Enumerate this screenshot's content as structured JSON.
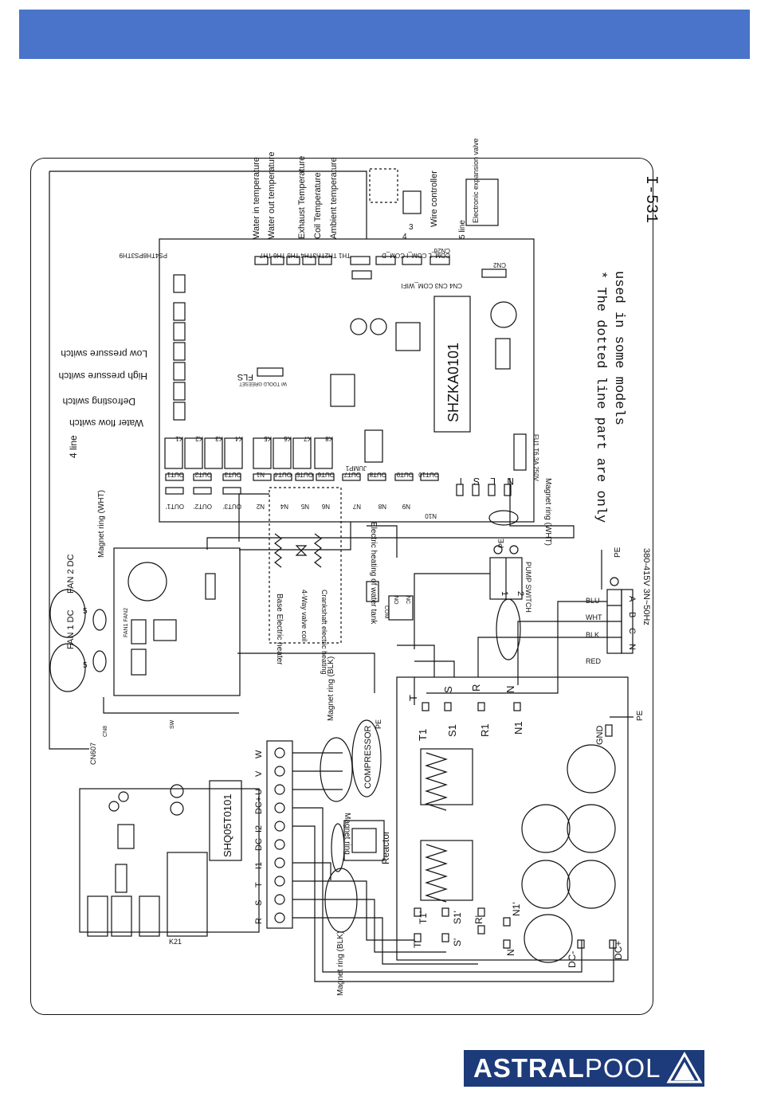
{
  "header": {
    "color": "#4a74c9"
  },
  "diagram": {
    "model_code": "I-531",
    "note_line1": "* The dotted line part are only",
    "note_line2": "used in some models",
    "main_board": "SHZKA0101",
    "driver_board": "SHQ05T0101",
    "sensors": [
      "Water in temperature",
      "Water out temperature",
      "Exhaust Temperature",
      "Coil Temperature",
      "Ambient temperature"
    ],
    "sensor_ports": "PS4TH8PS3TH9",
    "sensor_ports2": "TH1 TH2TH3TH4 TH5 TH6 TH7",
    "com_ports": "COM_L COM_I COM_D",
    "cn_ports": "CN4 CN3 COM_WIFI",
    "cn2": "CN2",
    "cn26": "CN26",
    "wire_controller": "Wire controller",
    "wire_controller_lines": "3",
    "wire_controller_lines2": "4",
    "eev": "Electronic expansion valve",
    "eev_lines": "5 line",
    "switches": [
      "Low pressure switch",
      "High pressure switch",
      "Defrosting switch",
      "Water flow switch"
    ],
    "line4_top": "4 line",
    "fls": "FLS",
    "fls_note": "W/ TOOLD GREESET",
    "jump": "JUMP1",
    "relays": [
      "K1",
      "K2",
      "K3",
      "K4",
      "K5",
      "K6",
      "K7",
      "K8"
    ],
    "outs_top": [
      "OUT1",
      "OUT2",
      "OUT3",
      "N1",
      "OUT4",
      "OUT5",
      "OUT6",
      "OUT7",
      "OUT8",
      "OUT9",
      "OUT10"
    ],
    "outs_bottom": [
      "OUT1'",
      "OUT2'",
      "OUT3'",
      "N2",
      "N4",
      "N5",
      "N6",
      "N7",
      "N8",
      "N9",
      "N10"
    ],
    "power_terms": [
      "T",
      "S",
      "L",
      "N"
    ],
    "fuse": "FU1 T6.3A 250V",
    "magnet_ring_wht": "Magnet ring (WHT)",
    "base_heater": "Base Electric heater",
    "four_way_valve": "4-Way valve coil",
    "crankshaft_heater": "Crankshaft electric heating",
    "water_tank_heater": "Electric heating of water tank",
    "pump_switch": "PUMP SWITCH",
    "pump_terms": [
      "1",
      "2"
    ],
    "relay_terms": [
      "COM",
      "NO",
      "NC"
    ],
    "pe": "PE",
    "supply": "380-415V 3N~50Hz",
    "supply_terms": [
      "A",
      "B",
      "C",
      "N"
    ],
    "wire_colors": [
      "BLU",
      "WHT",
      "BLK",
      "RED"
    ],
    "fan1": "FAN 1 DC",
    "fan2": "FAN 2 DC",
    "fan_wires": "5",
    "fan_board_label": "FAN1 FAN2",
    "magnet_ring_fan": "Magnet ring (WHT)",
    "cn_left": "CN607",
    "cn_left2": "CN8",
    "sw_label": "SW",
    "filter_terms_top": [
      "T",
      "S",
      "R",
      "N"
    ],
    "filter_terms_bottom": [
      "T1",
      "S1",
      "R1",
      "N1"
    ],
    "filter_terms_prime_top": [
      "T'",
      "S'",
      "R'",
      "N'"
    ],
    "filter_terms_prime_bottom": [
      "T1'",
      "S1'",
      "N1'"
    ],
    "gnd": "GND",
    "magnet_ring_blk": "Magnet ring (BLK)",
    "magnet_ring": "Magnet ring",
    "reactor": "Reactor",
    "compressor": "COMPRESSOR",
    "compressor_terms": [
      "W",
      "V",
      "U"
    ],
    "driver_terms": [
      "R",
      "S",
      "T",
      "I1",
      "DC-",
      "I2",
      "DC+",
      "U",
      "V",
      "W"
    ],
    "dc_terms": [
      "DC-",
      "DC+"
    ],
    "k21": "K21"
  },
  "logo": {
    "brand_bold": "ASTRAL",
    "brand_light": "POOL",
    "color": "#1d3a7a"
  }
}
